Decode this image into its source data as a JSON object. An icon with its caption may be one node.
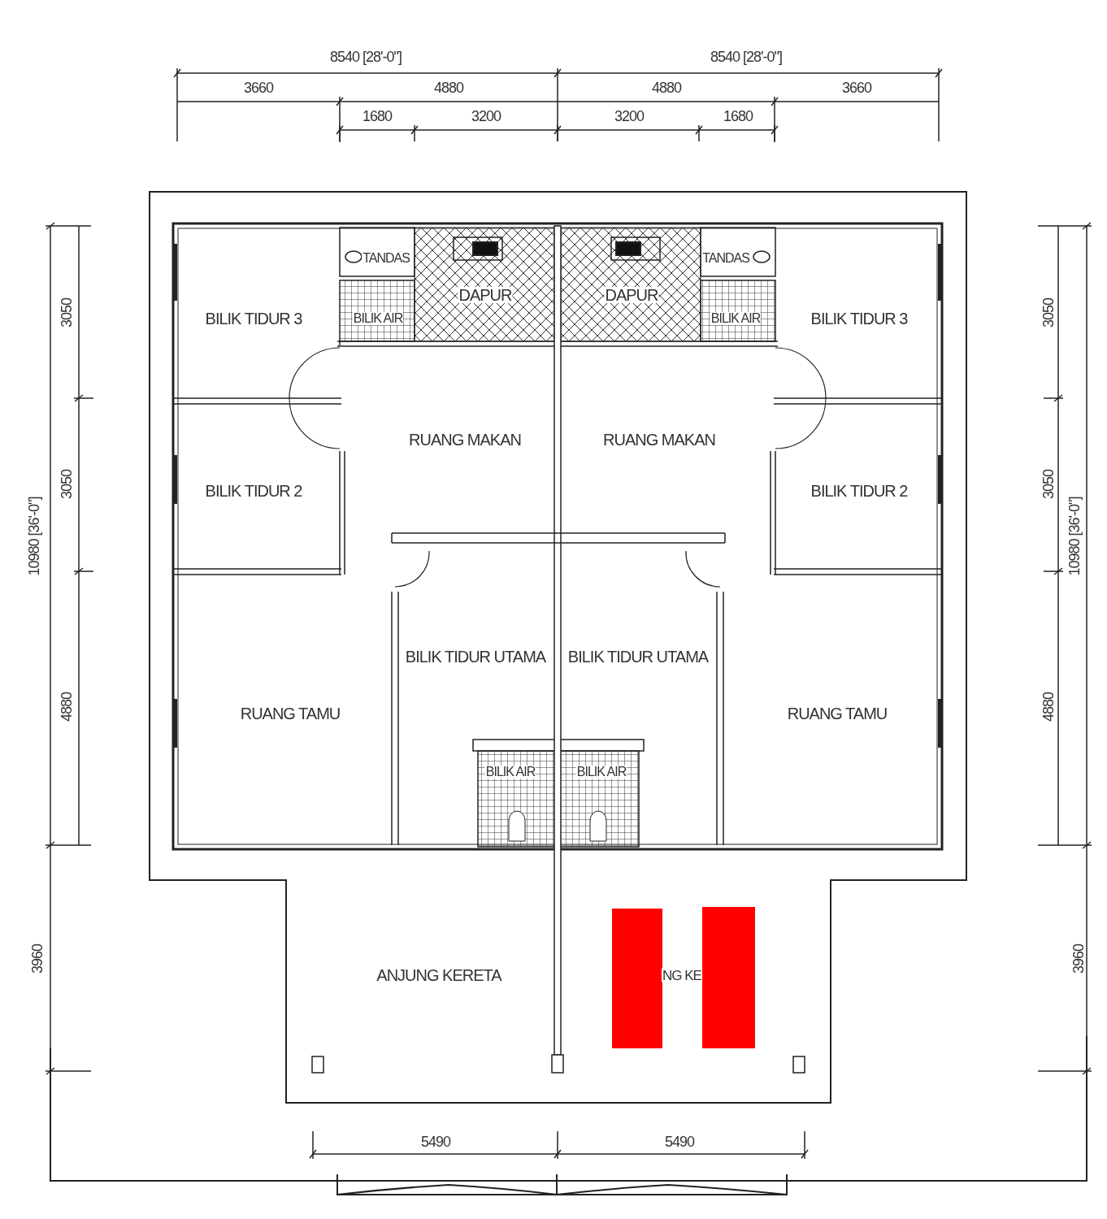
{
  "diagram": {
    "nodes": [
      {
        "text": [],
        "shape": "bar"
      },
      {
        "text": [],
        "shape": "bar"
      }
    ],
    "labels": [
      "8540 [28'-0\"]",
      "8540 [28'-0\"]",
      "3660",
      "4880",
      "4880",
      "3660",
      "1680",
      "3200",
      "3200",
      "1680",
      "TANDAS",
      "TANDAS",
      "DAPUR",
      "DAPUR",
      "3050",
      "BILIK TIDUR 3",
      "BILIK AIR",
      "BILIK AIR",
      "BILIK TIDUR 3",
      "3050",
      "RUANG MAKAN",
      "RUANG MAKAN",
      "3050",
      "BILIK TIDUR 2",
      "BILIK TIDUR 2",
      "3050",
      "10980 [36'-0\"]",
      "10980 [36'-0\"]",
      "BILIK TIDUR UTAMA",
      "BILIK TIDUR UTAMA",
      "4880",
      "RUANG TAMU",
      "RUANG TAMU",
      "4880",
      "BILIK AIR",
      "BILIK AIR",
      "3960",
      "ANJUNG KERETA",
      "NG KE",
      "3960",
      "5490",
      "5490"
    ]
  }
}
